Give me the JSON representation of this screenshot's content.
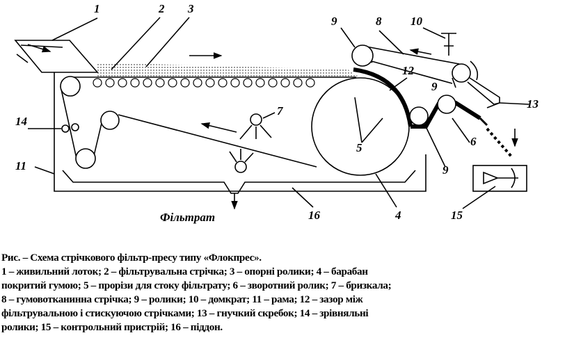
{
  "diagram": {
    "labels": {
      "l1": "1",
      "l2": "2",
      "l3": "3",
      "l4": "4",
      "l5": "5",
      "l6": "6",
      "l7": "7",
      "l8": "8",
      "l9a": "9",
      "l9b": "9",
      "l9c": "9",
      "l10": "10",
      "l11": "11",
      "l12": "12",
      "l13": "13",
      "l14": "14",
      "l15": "15",
      "l16": "16",
      "filtrate": "Фільтрат"
    }
  },
  "caption": {
    "title": "Рис.  – Схема стрічкового фільтр-пресу типу «Флокпрес».",
    "lines": [
      "1 – живильний лоток; 2 – фільтрувальна стрічка; 3 – опорні ролики; 4 – барабан",
      "покритий гумою; 5 – прорізи для стоку фільтрату; 6 – зворотний ролик; 7 – бризкала;",
      "8 – гумовотканинна стрічка; 9 – ролики; 10 – домкрат; 11 – рама; 12 – зазор між",
      "фільтрувальною і стискуючою стрічками; 13 – гнучкий скребок; 14 – зрівняльні",
      "ролики; 15 – контрольний пристрій; 16 – піддон."
    ]
  }
}
